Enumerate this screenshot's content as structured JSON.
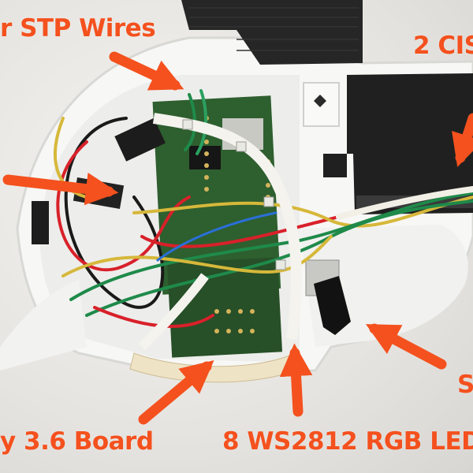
{
  "labels": {
    "stp_wires": "r STP Wires",
    "cis": "2 CIS",
    "board": "y 3.6 Board",
    "leds": "8 WS2812 RGB LED",
    "right_edge": "S"
  },
  "colors": {
    "accent": "#f4511e",
    "wall": "#ecebe8",
    "enclosure": "#f7f7f5",
    "black_part": "#262626",
    "pcb": "#2e5f2f",
    "wire_red": "#d8212a",
    "wire_yellow": "#d6b83a",
    "wire_green": "#1f8a4a",
    "wire_white": "#f2efe6"
  }
}
